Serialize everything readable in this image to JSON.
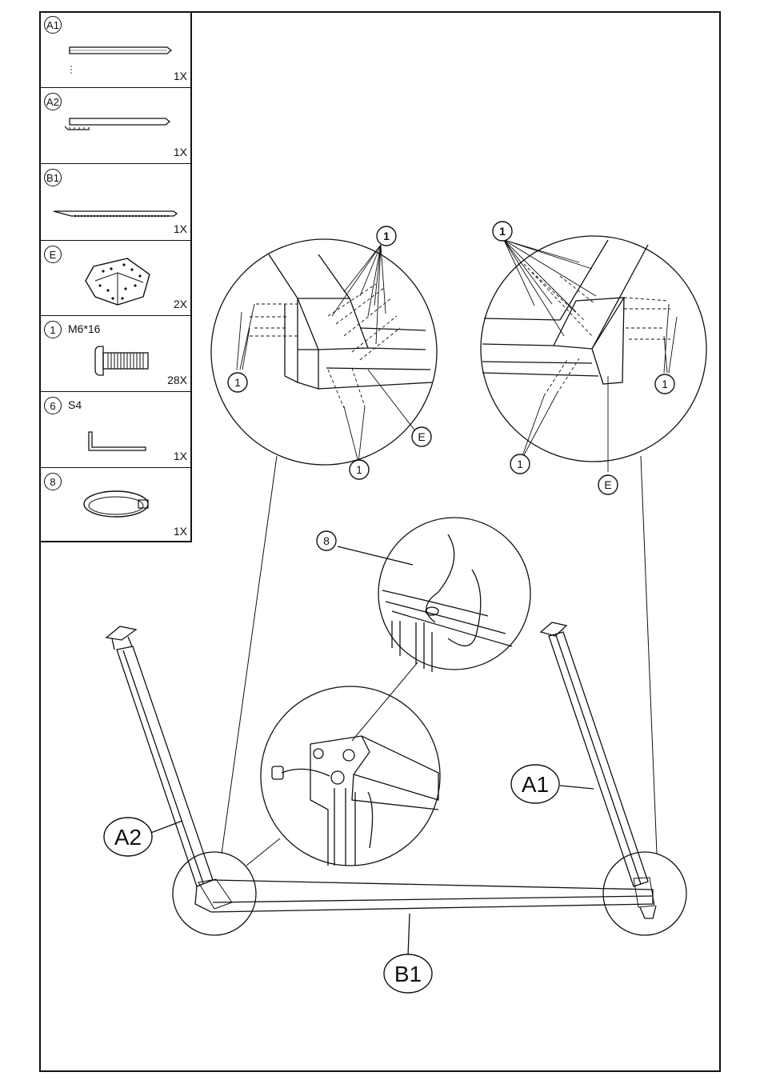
{
  "parts": [
    {
      "id": "A1",
      "spec": "",
      "qty": "1X",
      "icon": "straight-tube-icon"
    },
    {
      "id": "A2",
      "spec": "",
      "qty": "1X",
      "icon": "tube-with-bracket-icon"
    },
    {
      "id": "B1",
      "spec": "",
      "qty": "1X",
      "icon": "long-rail-icon"
    },
    {
      "id": "E",
      "spec": "",
      "qty": "2X",
      "icon": "corner-bracket-icon"
    },
    {
      "id": "1",
      "spec": "M6*16",
      "qty": "28X",
      "icon": "bolt-icon"
    },
    {
      "id": "6",
      "spec": "S4",
      "qty": "1X",
      "icon": "allen-key-icon"
    },
    {
      "id": "8",
      "spec": "",
      "qty": "1X",
      "icon": "cable-clip-icon"
    }
  ],
  "callouts": {
    "bolt": "1",
    "bracket": "E",
    "clip": "8",
    "left_leg": "A2",
    "right_leg": "A1",
    "crossbar": "B1"
  }
}
